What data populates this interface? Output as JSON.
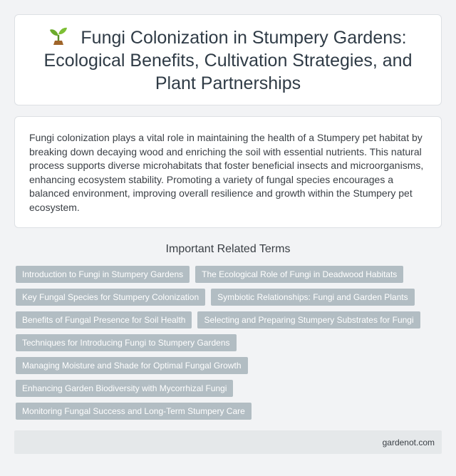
{
  "header": {
    "icon": "sprout-icon",
    "title": "Fungi Colonization in Stumpery Gardens: Ecological Benefits, Cultivation Strategies, and Plant Partnerships"
  },
  "summary": {
    "text": "Fungi colonization plays a vital role in maintaining the health of a Stumpery pet habitat by breaking down decaying wood and enriching the soil with essential nutrients. This natural process supports diverse microhabitats that foster beneficial insects and microorganisms, enhancing ecosystem stability. Promoting a variety of fungal species encourages a balanced environment, improving overall resilience and growth within the Stumpery pet ecosystem."
  },
  "related": {
    "heading": "Important Related Terms",
    "terms": [
      "Introduction to Fungi in Stumpery Gardens",
      "The Ecological Role of Fungi in Deadwood Habitats",
      "Key Fungal Species for Stumpery Colonization",
      "Symbiotic Relationships: Fungi and Garden Plants",
      "Benefits of Fungal Presence for Soil Health",
      "Selecting and Preparing Stumpery Substrates for Fungi",
      "Techniques for Introducing Fungi to Stumpery Gardens",
      "Managing Moisture and Shade for Optimal Fungal Growth",
      "Enhancing Garden Biodiversity with Mycorrhizal Fungi",
      "Monitoring Fungal Success and Long-Term Stumpery Care"
    ]
  },
  "footer": {
    "site": "gardenot.com"
  },
  "colors": {
    "background": "#f2f3f5",
    "tag": "#b2bdc3",
    "footer": "#e5e8ea"
  }
}
